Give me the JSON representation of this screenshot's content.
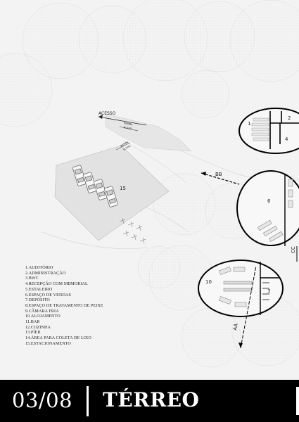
{
  "plan": {
    "access_label": "ACESSO",
    "ramp_label": "RAMPA",
    "ramp_slope": "8,33%",
    "section_bb": "BB",
    "section_aa": "AA",
    "section_cc": "CC",
    "room_numbers": [
      "1",
      "2",
      "4",
      "6",
      "10",
      "3",
      "15"
    ]
  },
  "legend": {
    "items": [
      "1.AUDITÓRIO",
      "2.ADMINISTRAÇÃO",
      "3.BWC",
      "4.RECEPÇÃO COM MEMORIAL",
      "5.ESTALEIRO",
      "6.ESPAÇO DE VENDAS",
      "7.DEPÓSITO",
      "8.ESPAÇO DE TRATAMENTO DE PEIXE",
      "9.CÂMARA FRIA",
      "10.ALOJAMENTO",
      "11.BAR",
      "12.COZINHA",
      "13.PÍER",
      "14.ÁREA PARA COLETA DE LIXO",
      "15.ESTACIONAMENTO"
    ]
  },
  "footer": {
    "sheet_number": "03/08",
    "sheet_title": "TÉRREO"
  }
}
